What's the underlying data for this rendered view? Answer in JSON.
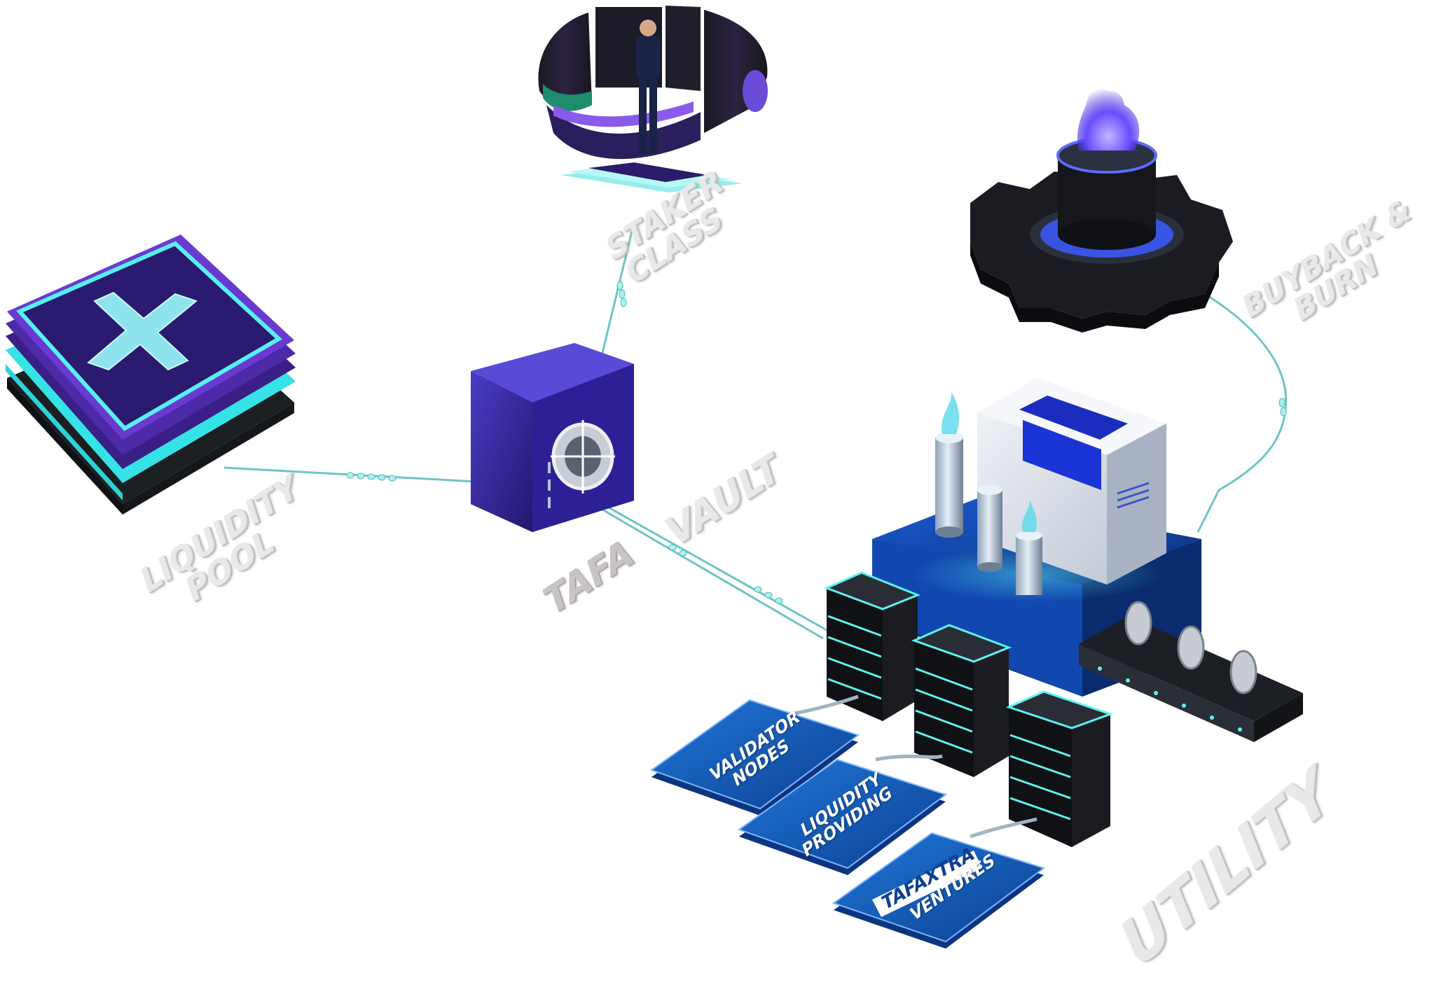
{
  "labels": {
    "staker_class": "STAKER\nCLASS",
    "buyback_burn": "BUYBACK &\nBURN",
    "liquidity_pool": "LIQUIDITY\nPOOL",
    "vault": "VAULT",
    "tafa": "TAFA",
    "utility": "UTILITY",
    "validator_nodes": "VALIDATOR\nNODES",
    "liquidity_providing": "LIQUIDITY\nPROVIDING",
    "tafaxtra": "TAFAXTRA",
    "ventures": "VENTURES"
  },
  "colors": {
    "connector": "#6fc4c4",
    "neon_cyan": "#5ef2f2",
    "vault_purple": "#3a2a9e",
    "deep_blue": "#0f3a8f",
    "tag_blue": "#1466c4",
    "gear_black": "#1b1b22",
    "flame_violet": "#6a4cff",
    "label_gray": "#e9e9e9"
  },
  "icons": {
    "liquidity_pool": "x-logo-stack-icon",
    "vault": "safe-icon",
    "staker_class": "hologram-ring-icon",
    "buyback_burn": "gear-flame-icon",
    "utility": "server-factory-icon"
  }
}
